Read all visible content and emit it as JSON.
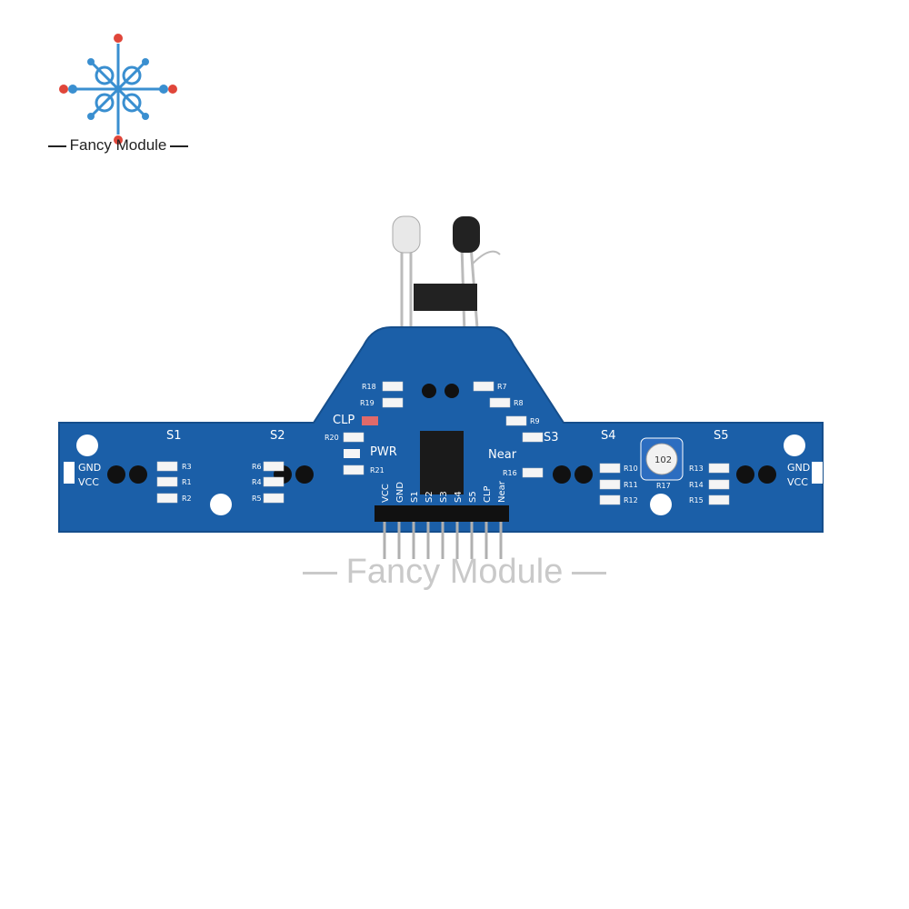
{
  "brand": {
    "name": "Fancy Module",
    "watermark": "Fancy Module"
  },
  "board": {
    "sensor_labels": [
      "S1",
      "S2",
      "S3",
      "S4",
      "S5"
    ],
    "left_power": [
      "GND",
      "VCC"
    ],
    "right_power": [
      "GND",
      "VCC"
    ],
    "indicators": {
      "clp": "CLP",
      "pwr": "PWR",
      "near": "Near"
    },
    "pin_labels": [
      "VCC",
      "GND",
      "S1",
      "S2",
      "S3",
      "S4",
      "S5",
      "CLP",
      "Near"
    ],
    "resistors": [
      "R3",
      "R1",
      "R2",
      "R6",
      "R4",
      "R5",
      "R18",
      "R19",
      "R20",
      "R21",
      "R7",
      "R8",
      "R9",
      "R16",
      "R10",
      "R11",
      "R12",
      "R17",
      "R13",
      "R14",
      "R15"
    ],
    "potentiometer": "102",
    "colors": {
      "pcb": "#1b5fa8",
      "pcb_dark": "#154e8c",
      "logo_red": "#e0463a",
      "logo_blue": "#3a8fd0"
    }
  }
}
